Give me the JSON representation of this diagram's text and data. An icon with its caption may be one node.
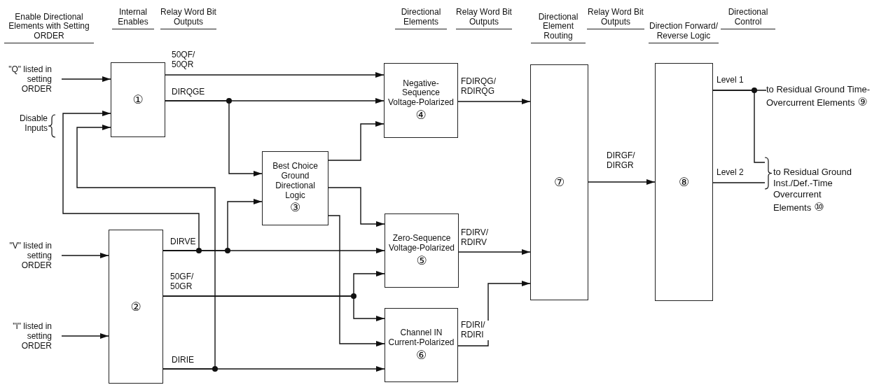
{
  "diagram": {
    "nodes": [
      {
        "text": [
          "①"
        ]
      },
      {
        "text": [
          "②"
        ]
      },
      {
        "text": [
          "Best Choice Ground Directional Logic",
          "③"
        ]
      },
      {
        "text": [
          "Negative-Sequence Voltage-Polarized",
          "④"
        ]
      },
      {
        "text": [
          "Zero-Sequence Voltage-Polarized",
          "⑤"
        ]
      },
      {
        "text": [
          "Channel IN Current-Polarized",
          "⑥"
        ]
      },
      {
        "text": [
          "⑦"
        ]
      },
      {
        "text": [
          "⑧"
        ]
      },
      {
        "text": [
          "\"Q\" listed in setting ORDER"
        ]
      },
      {
        "text": [
          "\"V\" listed in setting ORDER"
        ]
      },
      {
        "text": [
          "\"I\" listed in setting ORDER"
        ]
      },
      {
        "text": [
          "to Residual Ground Time-Overcurrent Elements",
          "⑨"
        ]
      },
      {
        "text": [
          "to Residual Ground Inst./Def.-Time Overcurrent Elements",
          "⑩"
        ]
      }
    ],
    "edges": [
      {
        "from": 8,
        "to": 0,
        "arrow": "to"
      },
      {
        "from": 9,
        "to": 1,
        "arrow": "to"
      },
      {
        "from": 10,
        "to": 1,
        "arrow": "to"
      },
      {
        "from": 0,
        "to": 3,
        "arrow": "to",
        "label": "50QF/ 50QR"
      },
      {
        "from": 0,
        "to": 3,
        "arrow": "to",
        "label": "DIRQGE"
      },
      {
        "from": 0,
        "to": 2,
        "arrow": "to"
      },
      {
        "from": 1,
        "to": 0,
        "arrow": "to"
      },
      {
        "from": 1,
        "to": 2,
        "arrow": "to"
      },
      {
        "from": 1,
        "to": 4,
        "arrow": "to",
        "label": "DIRVE"
      },
      {
        "from": 1,
        "to": 4,
        "arrow": "to",
        "label": "50GF/ 50GR"
      },
      {
        "from": 1,
        "to": 5,
        "arrow": "to"
      },
      {
        "from": 1,
        "to": 5,
        "arrow": "to",
        "label": "DIRIE"
      },
      {
        "from": 1,
        "to": 0,
        "arrow": "to"
      },
      {
        "from": 2,
        "to": 3,
        "arrow": "to"
      },
      {
        "from": 2,
        "to": 4,
        "arrow": "to"
      },
      {
        "from": 2,
        "to": 5,
        "arrow": "to"
      },
      {
        "from": 3,
        "to": 6,
        "arrow": "to",
        "label": "FDIRQG/ RDIRQG"
      },
      {
        "from": 4,
        "to": 6,
        "arrow": "to",
        "label": "FDIRV/ RDIRV"
      },
      {
        "from": 5,
        "to": 6,
        "arrow": "to",
        "label": "FDIRI/ RDIRI"
      },
      {
        "from": 6,
        "to": 7,
        "arrow": "to",
        "label": "DIRGF/ DIRGR"
      },
      {
        "from": 7,
        "to": 11,
        "arrow": "none",
        "label": "Level 1"
      },
      {
        "from": 7,
        "to": 12,
        "arrow": "none"
      },
      {
        "from": 7,
        "to": 12,
        "arrow": "none",
        "label": "Level 2"
      }
    ],
    "labels": [
      "Enable Directional Elements with Setting ORDER",
      "Internal Enables",
      "Relay Word Bit Outputs",
      "Directional Elements",
      "Relay Word Bit Outputs",
      "Directional Element Routing",
      "Relay Word Bit Outputs",
      "Direction Forward/ Reverse Logic",
      "Directional Control",
      "Disable Inputs"
    ]
  }
}
